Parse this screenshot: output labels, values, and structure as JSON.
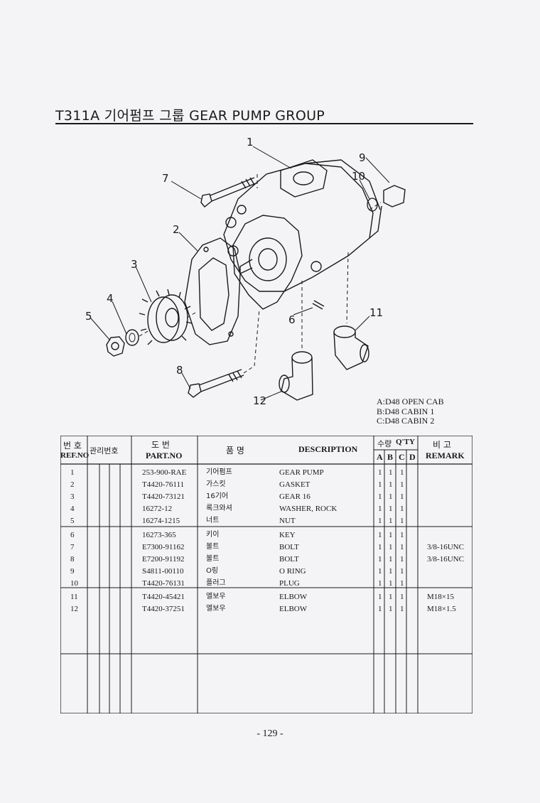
{
  "title": "T311A 기어펌프 그룹 GEAR PUMP GROUP",
  "callouts": [
    "1",
    "2",
    "3",
    "4",
    "5",
    "6",
    "7",
    "8",
    "9",
    "10",
    "11",
    "12"
  ],
  "variants": [
    "A:D48 OPEN CAB",
    "B:D48 CABIN 1",
    "C:D48 CABIN 2"
  ],
  "table": {
    "headers": {
      "ref_ko": "번 호",
      "ref_en": "REF.NO",
      "mgmt_ko": "관리번호",
      "part_ko": "도 번",
      "part_en": "PART.NO",
      "name_ko": "품 명",
      "desc_en": "DESCRIPTION",
      "qty_ko": "수량",
      "qty_en": "Q'TY",
      "qty_cols": [
        "A",
        "B",
        "C",
        "D"
      ],
      "remark_ko": "비 고",
      "remark_en": "REMARK"
    },
    "rows": [
      {
        "ref": "1",
        "part": "253-900-RAE",
        "name": "기어펌프",
        "desc": "GEAR PUMP",
        "a": "1",
        "b": "1",
        "c": "1",
        "remark": ""
      },
      {
        "ref": "2",
        "part": "T4420-76111",
        "name": "가스킷",
        "desc": "GASKET",
        "a": "1",
        "b": "1",
        "c": "1",
        "remark": ""
      },
      {
        "ref": "3",
        "part": "T4420-73121",
        "name": "16기어",
        "desc": "GEAR 16",
        "a": "1",
        "b": "1",
        "c": "1",
        "remark": ""
      },
      {
        "ref": "4",
        "part": "16272-12",
        "name": "록크와셔",
        "desc": "WASHER, ROCK",
        "a": "1",
        "b": "1",
        "c": "1",
        "remark": ""
      },
      {
        "ref": "5",
        "part": "16274-1215",
        "name": "너트",
        "desc": "NUT",
        "a": "1",
        "b": "1",
        "c": "1",
        "remark": ""
      },
      {
        "ref": "6",
        "part": "16273-365",
        "name": "키이",
        "desc": "KEY",
        "a": "1",
        "b": "1",
        "c": "1",
        "remark": ""
      },
      {
        "ref": "7",
        "part": "E7300-91162",
        "name": "볼트",
        "desc": "BOLT",
        "a": "1",
        "b": "1",
        "c": "1",
        "remark": "3/8-16UNC"
      },
      {
        "ref": "8",
        "part": "E7200-91192",
        "name": "볼트",
        "desc": "BOLT",
        "a": "1",
        "b": "1",
        "c": "1",
        "remark": "3/8-16UNC"
      },
      {
        "ref": "9",
        "part": "S4811-00110",
        "name": "O링",
        "desc": "O RING",
        "a": "1",
        "b": "1",
        "c": "1",
        "remark": ""
      },
      {
        "ref": "10",
        "part": "T4420-76131",
        "name": "플러그",
        "desc": "PLUG",
        "a": "1",
        "b": "1",
        "c": "1",
        "remark": ""
      },
      {
        "ref": "11",
        "part": "T4420-45421",
        "name": "엘보우",
        "desc": "ELBOW",
        "a": "1",
        "b": "1",
        "c": "1",
        "remark": "M18×15"
      },
      {
        "ref": "12",
        "part": "T4420-37251",
        "name": "엘보우",
        "desc": "ELBOW",
        "a": "1",
        "b": "1",
        "c": "1",
        "remark": "M18×1.5"
      }
    ]
  },
  "page_number": "- 129 -"
}
